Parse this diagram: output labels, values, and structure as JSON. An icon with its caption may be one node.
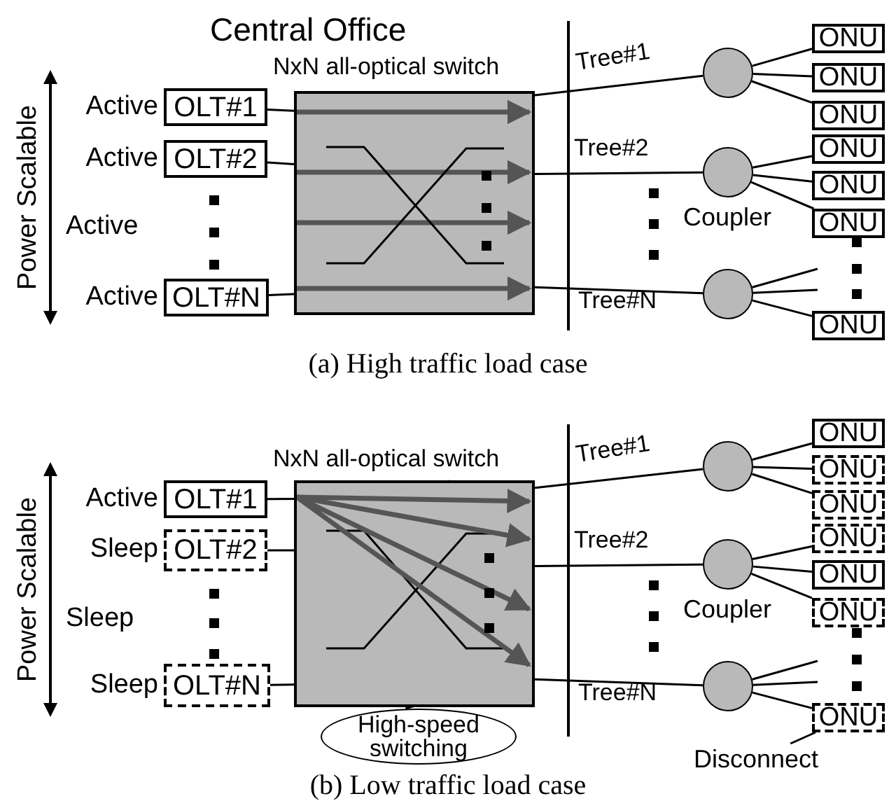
{
  "diagram": {
    "nodes": [
      {
        "text": [
          "OLT#1"
        ],
        "beside": [
          "Active"
        ]
      },
      {
        "text": [
          "OLT#2"
        ],
        "beside": [
          "Active"
        ]
      },
      {
        "text": [
          "OLT#N"
        ],
        "beside": [
          "Active"
        ]
      },
      {
        "text": [
          "NxN all-optical switch"
        ]
      },
      {
        "text": [],
        "shape": "circle"
      },
      {
        "text": [],
        "shape": "circle",
        "beside": [
          "Coupler"
        ]
      },
      {
        "text": [],
        "shape": "circle"
      },
      {
        "text": [
          "ONU"
        ]
      },
      {
        "text": [
          "ONU"
        ]
      },
      {
        "text": [
          "ONU"
        ]
      },
      {
        "text": [
          "ONU"
        ]
      },
      {
        "text": [
          "ONU"
        ]
      },
      {
        "text": [
          "ONU"
        ]
      },
      {
        "text": [
          "ONU"
        ]
      },
      {
        "text": [
          "OLT#1"
        ],
        "beside": [
          "Active"
        ]
      },
      {
        "text": [
          "OLT#2"
        ],
        "beside": [
          "Sleep"
        ]
      },
      {
        "text": [
          "OLT#N"
        ],
        "beside": [
          "Sleep"
        ]
      },
      {
        "text": [
          "NxN all-optical switch"
        ]
      },
      {
        "text": [
          "High-speed switching"
        ]
      },
      {
        "text": [],
        "shape": "circle"
      },
      {
        "text": [],
        "shape": "circle",
        "beside": [
          "Coupler"
        ]
      },
      {
        "text": [],
        "shape": "circle"
      },
      {
        "text": [
          "ONU"
        ]
      },
      {
        "text": [
          "ONU"
        ]
      },
      {
        "text": [
          "ONU"
        ]
      },
      {
        "text": [
          "ONU"
        ]
      },
      {
        "text": [
          "ONU"
        ]
      },
      {
        "text": [
          "ONU"
        ]
      },
      {
        "text": [
          "ONU"
        ]
      },
      {
        "text": [
          "Disconnect"
        ]
      }
    ],
    "edges": [
      {
        "from": 0,
        "to": 3,
        "arrow": "none"
      },
      {
        "from": 1,
        "to": 3,
        "arrow": "none"
      },
      {
        "from": 2,
        "to": 3,
        "arrow": "none"
      },
      {
        "from": 3,
        "to": 4,
        "arrow": "none",
        "label": "Tree#1"
      },
      {
        "from": 3,
        "to": 5,
        "arrow": "none",
        "label": "Tree#2"
      },
      {
        "from": 3,
        "to": 6,
        "arrow": "none",
        "label": "Tree#N"
      },
      {
        "from": 4,
        "to": 7,
        "arrow": "none"
      },
      {
        "from": 4,
        "to": 8,
        "arrow": "none"
      },
      {
        "from": 4,
        "to": 9,
        "arrow": "none"
      },
      {
        "from": 5,
        "to": 10,
        "arrow": "none"
      },
      {
        "from": 5,
        "to": 11,
        "arrow": "none"
      },
      {
        "from": 5,
        "to": 12,
        "arrow": "none"
      },
      {
        "from": 6,
        "to": null,
        "arrow": "none"
      },
      {
        "from": 6,
        "to": null,
        "arrow": "none"
      },
      {
        "from": 6,
        "to": 13,
        "arrow": "none"
      },
      {
        "from": 14,
        "to": 17,
        "arrow": "none"
      },
      {
        "from": 15,
        "to": 17,
        "arrow": "none"
      },
      {
        "from": 16,
        "to": 17,
        "arrow": "none"
      },
      {
        "from": 17,
        "to": 19,
        "arrow": "none",
        "label": "Tree#1"
      },
      {
        "from": 17,
        "to": 20,
        "arrow": "none",
        "label": "Tree#2"
      },
      {
        "from": 17,
        "to": 21,
        "arrow": "none",
        "label": "Tree#N"
      },
      {
        "from": 19,
        "to": 22,
        "arrow": "none"
      },
      {
        "from": 19,
        "to": 23,
        "arrow": "none"
      },
      {
        "from": 19,
        "to": 24,
        "arrow": "none"
      },
      {
        "from": 20,
        "to": 25,
        "arrow": "none"
      },
      {
        "from": 20,
        "to": 26,
        "arrow": "none"
      },
      {
        "from": 20,
        "to": 27,
        "arrow": "none"
      },
      {
        "from": 21,
        "to": null,
        "arrow": "none"
      },
      {
        "from": 21,
        "to": null,
        "arrow": "none"
      },
      {
        "from": 21,
        "to": 28,
        "arrow": "none"
      },
      {
        "from": 17,
        "to": 18,
        "arrow": "to"
      },
      {
        "from": 29,
        "to": 28,
        "arrow": "none"
      }
    ],
    "labels": [
      "Central Office",
      "Power Scalable",
      "Active",
      "(a) High traffic load case",
      "Power Scalable",
      "Sleep",
      "(b) Low traffic load case"
    ]
  }
}
